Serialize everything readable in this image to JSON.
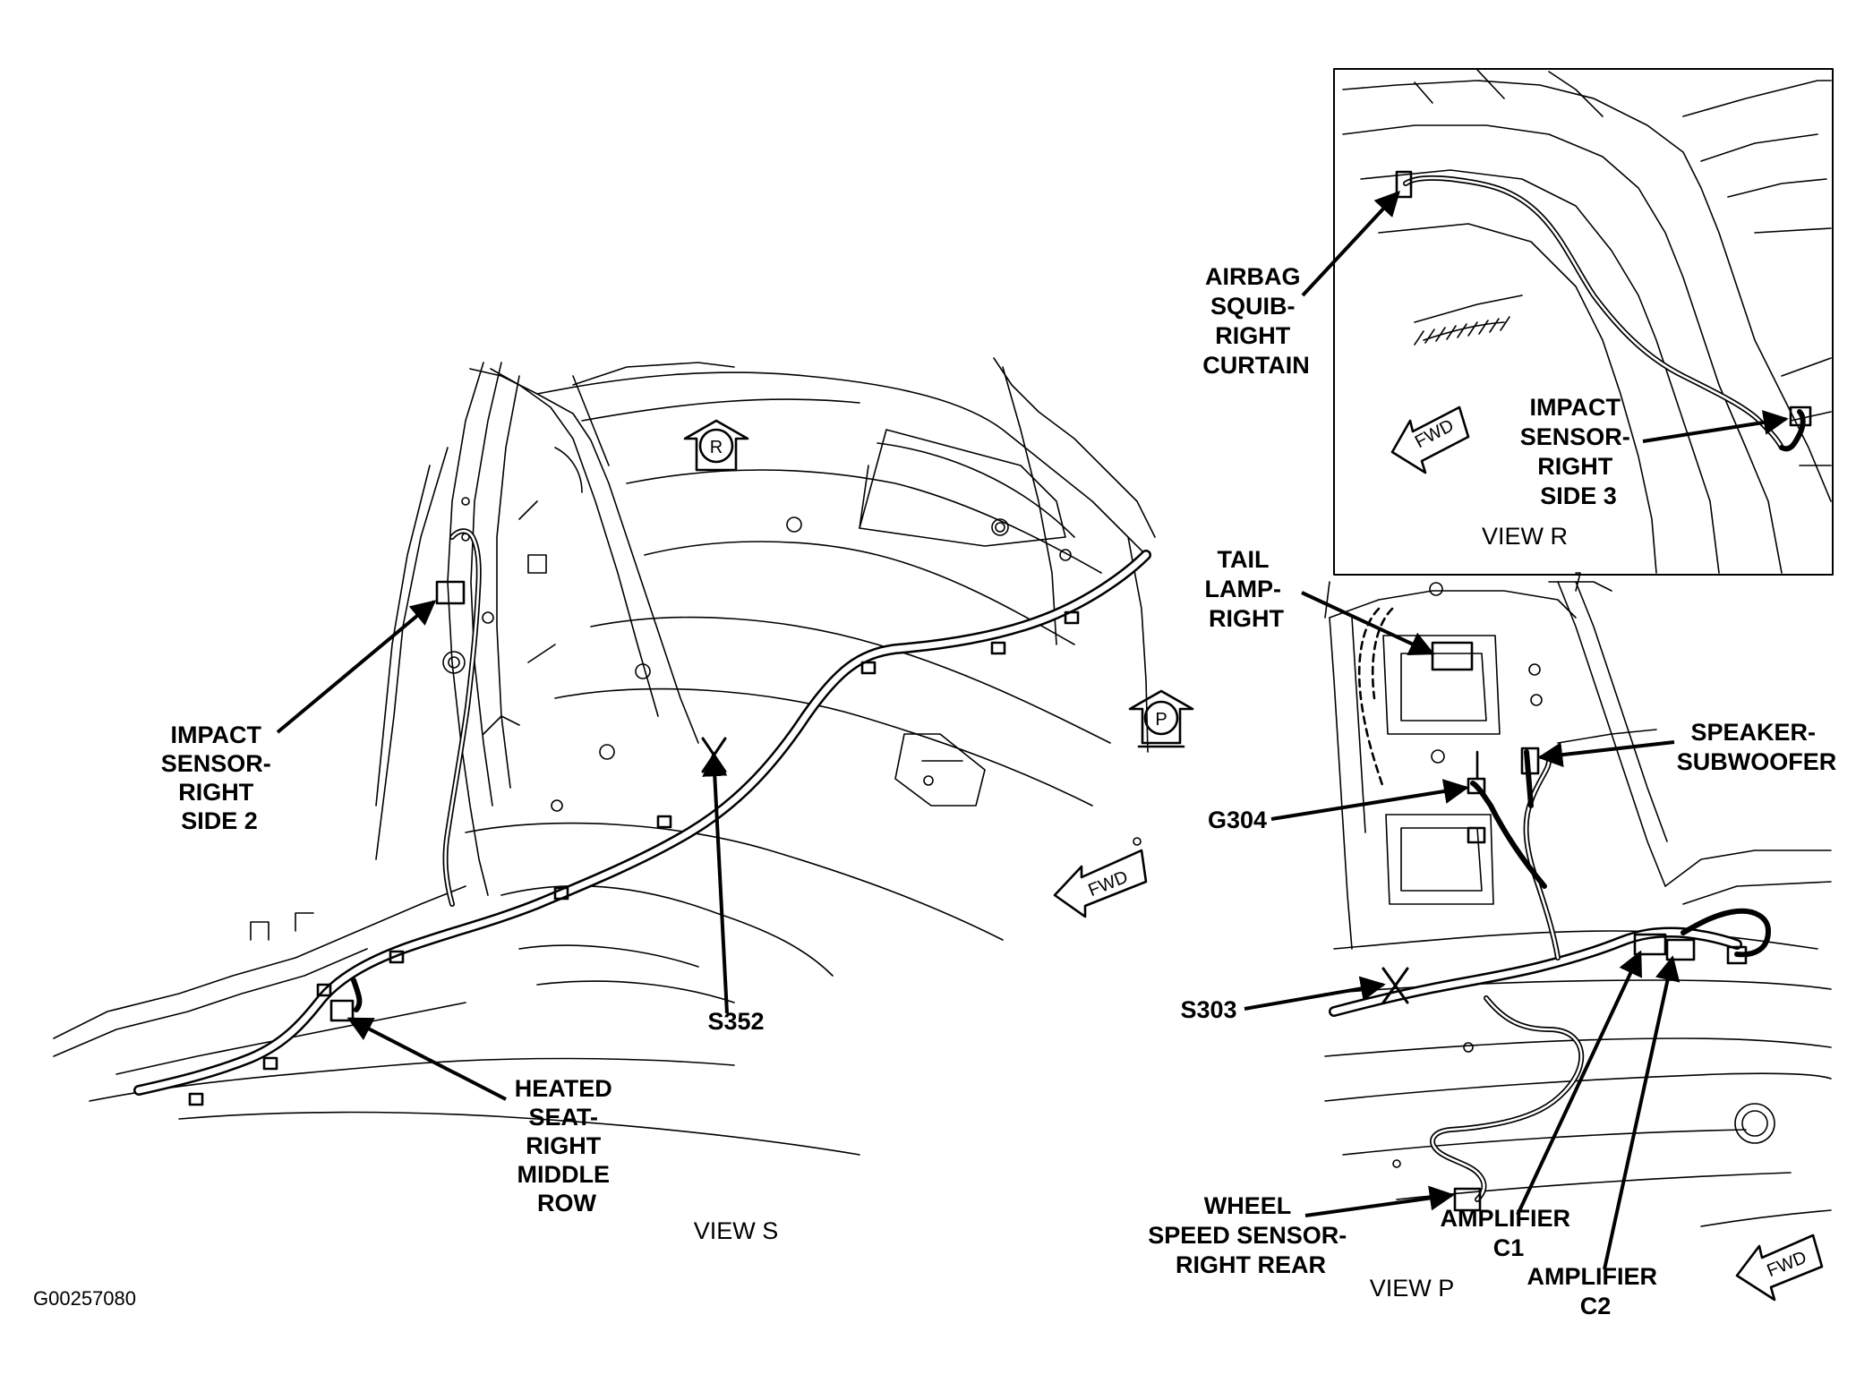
{
  "figure_code": "G00257080",
  "views": {
    "s": {
      "title": "VIEW S"
    },
    "r": {
      "title": "VIEW R"
    },
    "p": {
      "title": "VIEW P"
    }
  },
  "markers": {
    "view_r": "R",
    "view_p": "P",
    "fwd": "FWD"
  },
  "labels": {
    "impact_sensor_side2": [
      "IMPACT",
      "SENSOR-",
      "RIGHT",
      "SIDE 2"
    ],
    "s352": [
      "S352"
    ],
    "heated_seat": [
      "HEATED",
      "SEAT-",
      "RIGHT",
      "MIDDLE",
      "ROW"
    ],
    "airbag_squib": [
      "AIRBAG",
      "SQUIB-",
      "RIGHT",
      "CURTAIN"
    ],
    "impact_sensor_side3": [
      "IMPACT",
      "SENSOR-",
      "RIGHT",
      "SIDE 3"
    ],
    "tail_lamp": [
      "TAIL",
      "LAMP-",
      "RIGHT"
    ],
    "speaker_subwoofer": [
      "SPEAKER-",
      "SUBWOOFER"
    ],
    "g304": [
      "G304"
    ],
    "s303": [
      "S303"
    ],
    "wheel_speed_sensor": [
      "WHEEL",
      "SPEED SENSOR-",
      "RIGHT REAR"
    ],
    "amplifier_c1": [
      "AMPLIFIER",
      "C1"
    ],
    "amplifier_c2": [
      "AMPLIFIER",
      "C2"
    ]
  }
}
